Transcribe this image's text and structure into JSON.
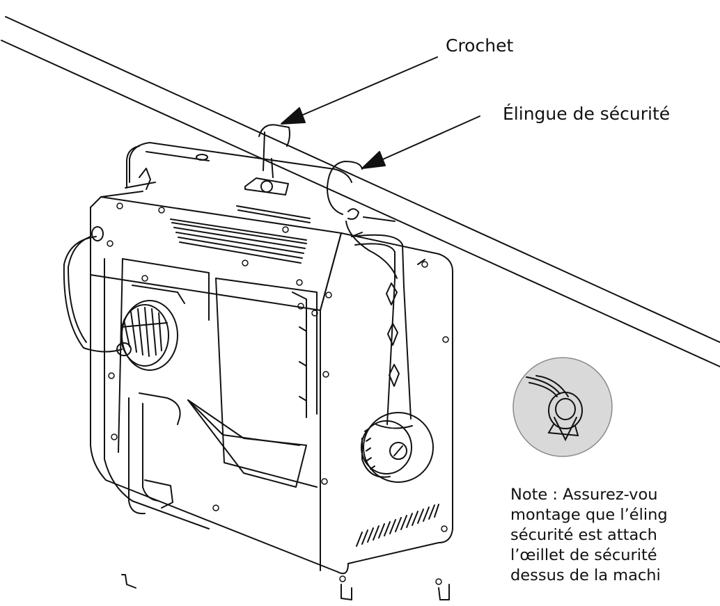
{
  "labels": {
    "hook": "Crochet",
    "safety_sling": "Élingue de sécurité"
  },
  "note": {
    "lines": [
      "Note : Assurez-vou",
      "montage que l’éling",
      "sécurité est attach",
      "l’œillet de sécurité",
      "dessus de la machi"
    ]
  },
  "colors": {
    "line": "#111111",
    "inset_fill": "#d9d9d9",
    "background": "#ffffff"
  }
}
